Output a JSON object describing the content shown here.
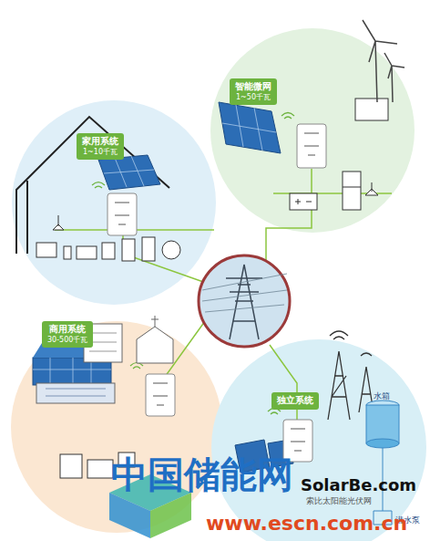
{
  "diagram": {
    "nodes": [
      {
        "text": [
          "家用系统",
          "1~10千瓦"
        ]
      },
      {
        "text": [
          "智能微网",
          "1~50千瓦"
        ]
      },
      {
        "text": [
          "商用系统",
          "30-500千瓦"
        ]
      },
      {
        "text": [
          "独立系统"
        ]
      }
    ],
    "labels": [
      "水箱",
      "潜水泵",
      "中国储能网",
      "SolarBe.com",
      "索比太阳能光伏网",
      "www.escn.com.cn"
    ]
  }
}
